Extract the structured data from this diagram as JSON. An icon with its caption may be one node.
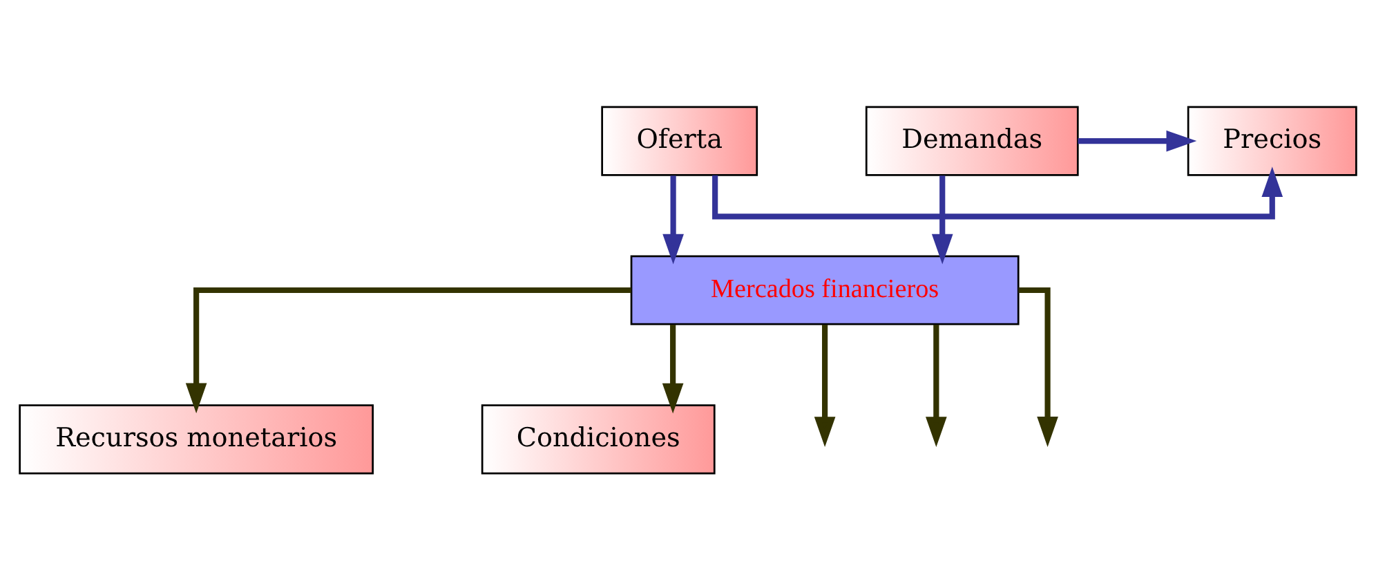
{
  "diagram": {
    "nodes": [
      {
        "text": [
          "Oferta"
        ]
      },
      {
        "text": [
          "Precios"
        ]
      },
      {
        "text": [
          "Demandas"
        ]
      },
      {
        "text": [
          "Mercados financieros"
        ]
      },
      {
        "text": [
          "Recursos monetarios"
        ]
      },
      {
        "text": [
          "Condiciones"
        ]
      }
    ],
    "edges": [
      {
        "from": 0,
        "to": 1,
        "arrow": "to",
        "color": "#333399"
      },
      {
        "from": 2,
        "to": 1,
        "arrow": "to",
        "color": "#333399"
      },
      {
        "from": 0,
        "to": 3,
        "arrow": "to",
        "color": "#333399"
      },
      {
        "from": 2,
        "to": 3,
        "arrow": "to",
        "color": "#333399"
      },
      {
        "from": 3,
        "to": 4,
        "arrow": "to"
      },
      {
        "from": 3,
        "to": 5,
        "arrow": "to"
      },
      {
        "from": 3,
        "to": null,
        "arrow": "to"
      },
      {
        "from": 3,
        "to": null,
        "arrow": "to"
      },
      {
        "from": 3,
        "to": null,
        "arrow": "to"
      }
    ]
  }
}
